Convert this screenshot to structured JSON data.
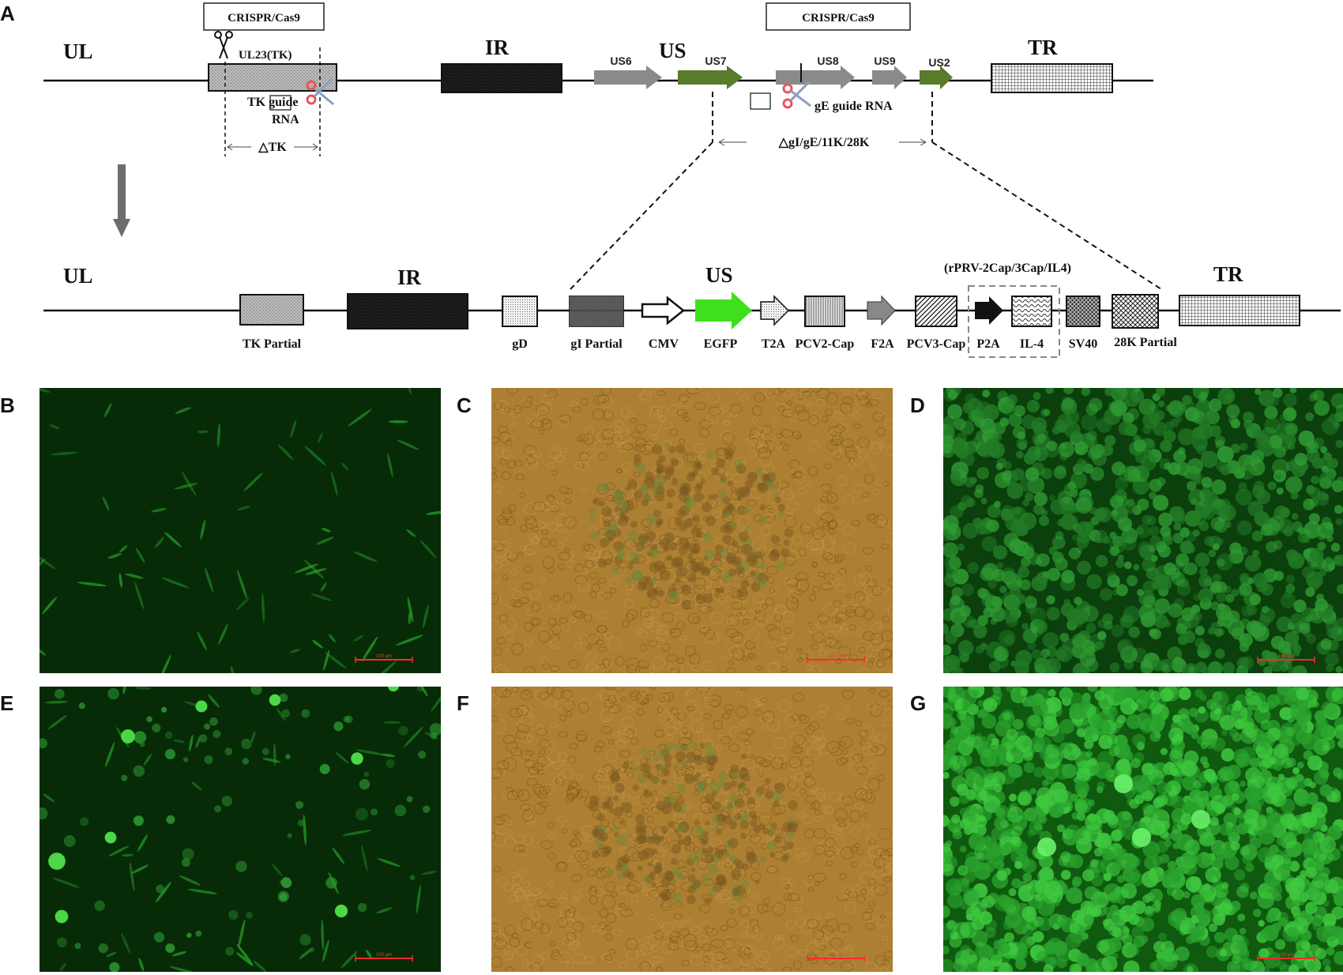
{
  "panel_labels": {
    "A": "A",
    "B": "B",
    "C": "C",
    "D": "D",
    "E": "E",
    "F": "F",
    "G": "G"
  },
  "top_map": {
    "crispr_box_left": "CRISPR/Cas9",
    "crispr_box_right": "CRISPR/Cas9",
    "UL": "UL",
    "IR": "IR",
    "US": "US",
    "TR": "TR",
    "UL23": "UL23(TK)",
    "tk_guide_line1": "TK guide",
    "tk_guide_line2": "RNA",
    "delta_tk": "△TK",
    "ge_guide": "gE guide RNA",
    "deletion_label": "△gI/gE/11K/28K",
    "genes": {
      "US6": "US6",
      "US7": "US7",
      "US8": "US8",
      "US9": "US9",
      "US2": "US2"
    }
  },
  "bottom_map": {
    "UL": "UL",
    "IR": "IR",
    "US": "US",
    "TR": "TR",
    "construct_label": "(rPRV-2Cap/3Cap/IL4)",
    "elements": {
      "tk_partial": "TK Partial",
      "gd": "gD",
      "gi_partial": "gI Partial",
      "cmv": "CMV",
      "egfp": "EGFP",
      "t2a": "T2A",
      "pcv2_cap": "PCV2-Cap",
      "f2a": "F2A",
      "pcv3_cap": "PCV3-Cap",
      "p2a": "P2A",
      "il4": "IL-4",
      "sv40": "SV40",
      "k28_partial": "28K Partial"
    }
  },
  "scale_bar_text": "100 μm",
  "colors": {
    "egfp_green": "#3ee01e",
    "us_green": "#5a7a2c",
    "fluor_dark": "#072a07",
    "brightfield": "#a8792d"
  }
}
